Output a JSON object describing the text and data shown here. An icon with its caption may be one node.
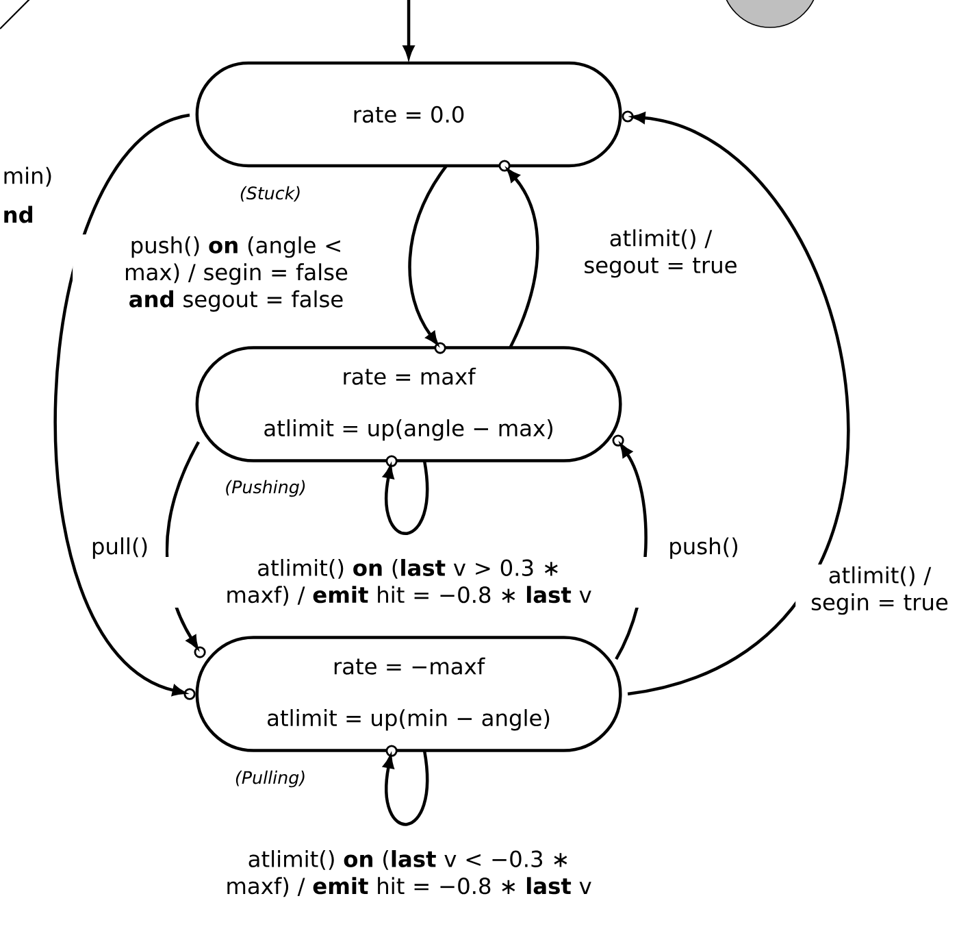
{
  "diagram": {
    "nodes": [
      {
        "text": [
          "rate = 0.0"
        ],
        "beside": [
          "(Stuck)"
        ]
      },
      {
        "text": [
          "rate = maxf",
          "atlimit = up(angle − max)"
        ],
        "beside": [
          "(Pushing)"
        ]
      },
      {
        "text": [
          "rate = −maxf",
          "atlimit = up(min − angle)"
        ],
        "beside": [
          "(Pulling)"
        ]
      },
      {
        "text": [],
        "shape": "circle"
      }
    ],
    "edges": [
      {
        "from": null,
        "to": 0,
        "arrow": "to"
      },
      {
        "from": 0,
        "to": 2,
        "arrow": "to"
      },
      {
        "from": 0,
        "to": 1,
        "arrow": "to",
        "label": "push() **on** (angle < max) / segin = false **and** segout = false"
      },
      {
        "from": 1,
        "to": 0,
        "arrow": "to",
        "label": "atlimit() / segout = true"
      },
      {
        "from": 1,
        "to": 2,
        "arrow": "to",
        "label": "pull()"
      },
      {
        "from": 1,
        "to": 1,
        "arrow": "to",
        "label": "atlimit() **on** (**last** v > 0.3 ∗ maxf) / **emit** hit = −0.8 ∗ **last** v"
      },
      {
        "from": 2,
        "to": 1,
        "arrow": "to",
        "label": "push()"
      },
      {
        "from": 2,
        "to": 0,
        "arrow": "to",
        "label": "atlimit() / segin = true"
      },
      {
        "from": 2,
        "to": 2,
        "arrow": "to",
        "label": "atlimit() **on** (**last** v < −0.3 ∗ maxf) / **emit** hit = −0.8 ∗ **last** v"
      }
    ],
    "labels": [
      "min)",
      "nd"
    ]
  }
}
